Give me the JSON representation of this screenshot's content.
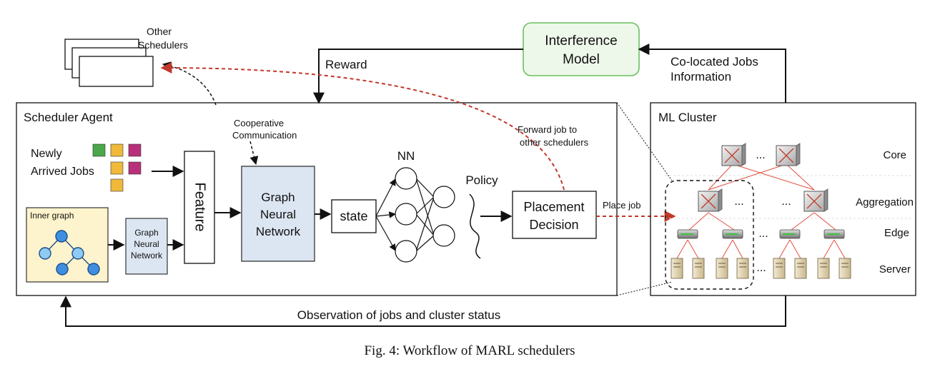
{
  "caption": "Fig. 4: Workflow of MARL schedulers",
  "other_schedulers": {
    "line1": "Other",
    "line2": "Schedulers"
  },
  "interference_model": {
    "line1": "Interference",
    "line2": "Model"
  },
  "reward_label": "Reward",
  "colocated_info": {
    "line1": "Co-located Jobs",
    "line2": "Information"
  },
  "scheduler_agent": {
    "title": "Scheduler Agent",
    "cooperative": {
      "line1": "Cooperative",
      "line2": "Communication"
    },
    "newly_arrived": {
      "line1": "Newly",
      "line2": "Arrived Jobs"
    },
    "inner_graph": "Inner graph",
    "small_gnn": {
      "line1": "Graph",
      "line2": "Neural",
      "line3": "Network"
    },
    "feature": "Feature",
    "gnn": {
      "line1": "Graph",
      "line2": "Neural",
      "line3": "Network"
    },
    "state": "state",
    "nn": "NN",
    "policy": "Policy",
    "placement": {
      "line1": "Placement",
      "line2": "Decision"
    },
    "forward": {
      "line1": "Forward job to",
      "line2": "other schedulers"
    },
    "job_colors": {
      "green": "#4aa84a",
      "yellow": "#f0b93a",
      "magenta": "#b8307a"
    }
  },
  "place_job": "Place job",
  "ml_cluster": {
    "title": "ML Cluster",
    "tiers": [
      "Core",
      "Aggregation",
      "Edge",
      "Server"
    ],
    "ellipsis": "..."
  },
  "observation": "Observation of jobs and cluster status",
  "colors": {
    "interference_border": "#6bbf5f",
    "interference_fill": "#eef8ea",
    "gnn_fill": "#dce6f2",
    "inner_graph_fill": "#fdf3cc",
    "node_dark": "#3f8fe0",
    "node_light": "#8fcaf2",
    "dashed_red": "#c0392b",
    "cluster_link": "#e05040"
  }
}
